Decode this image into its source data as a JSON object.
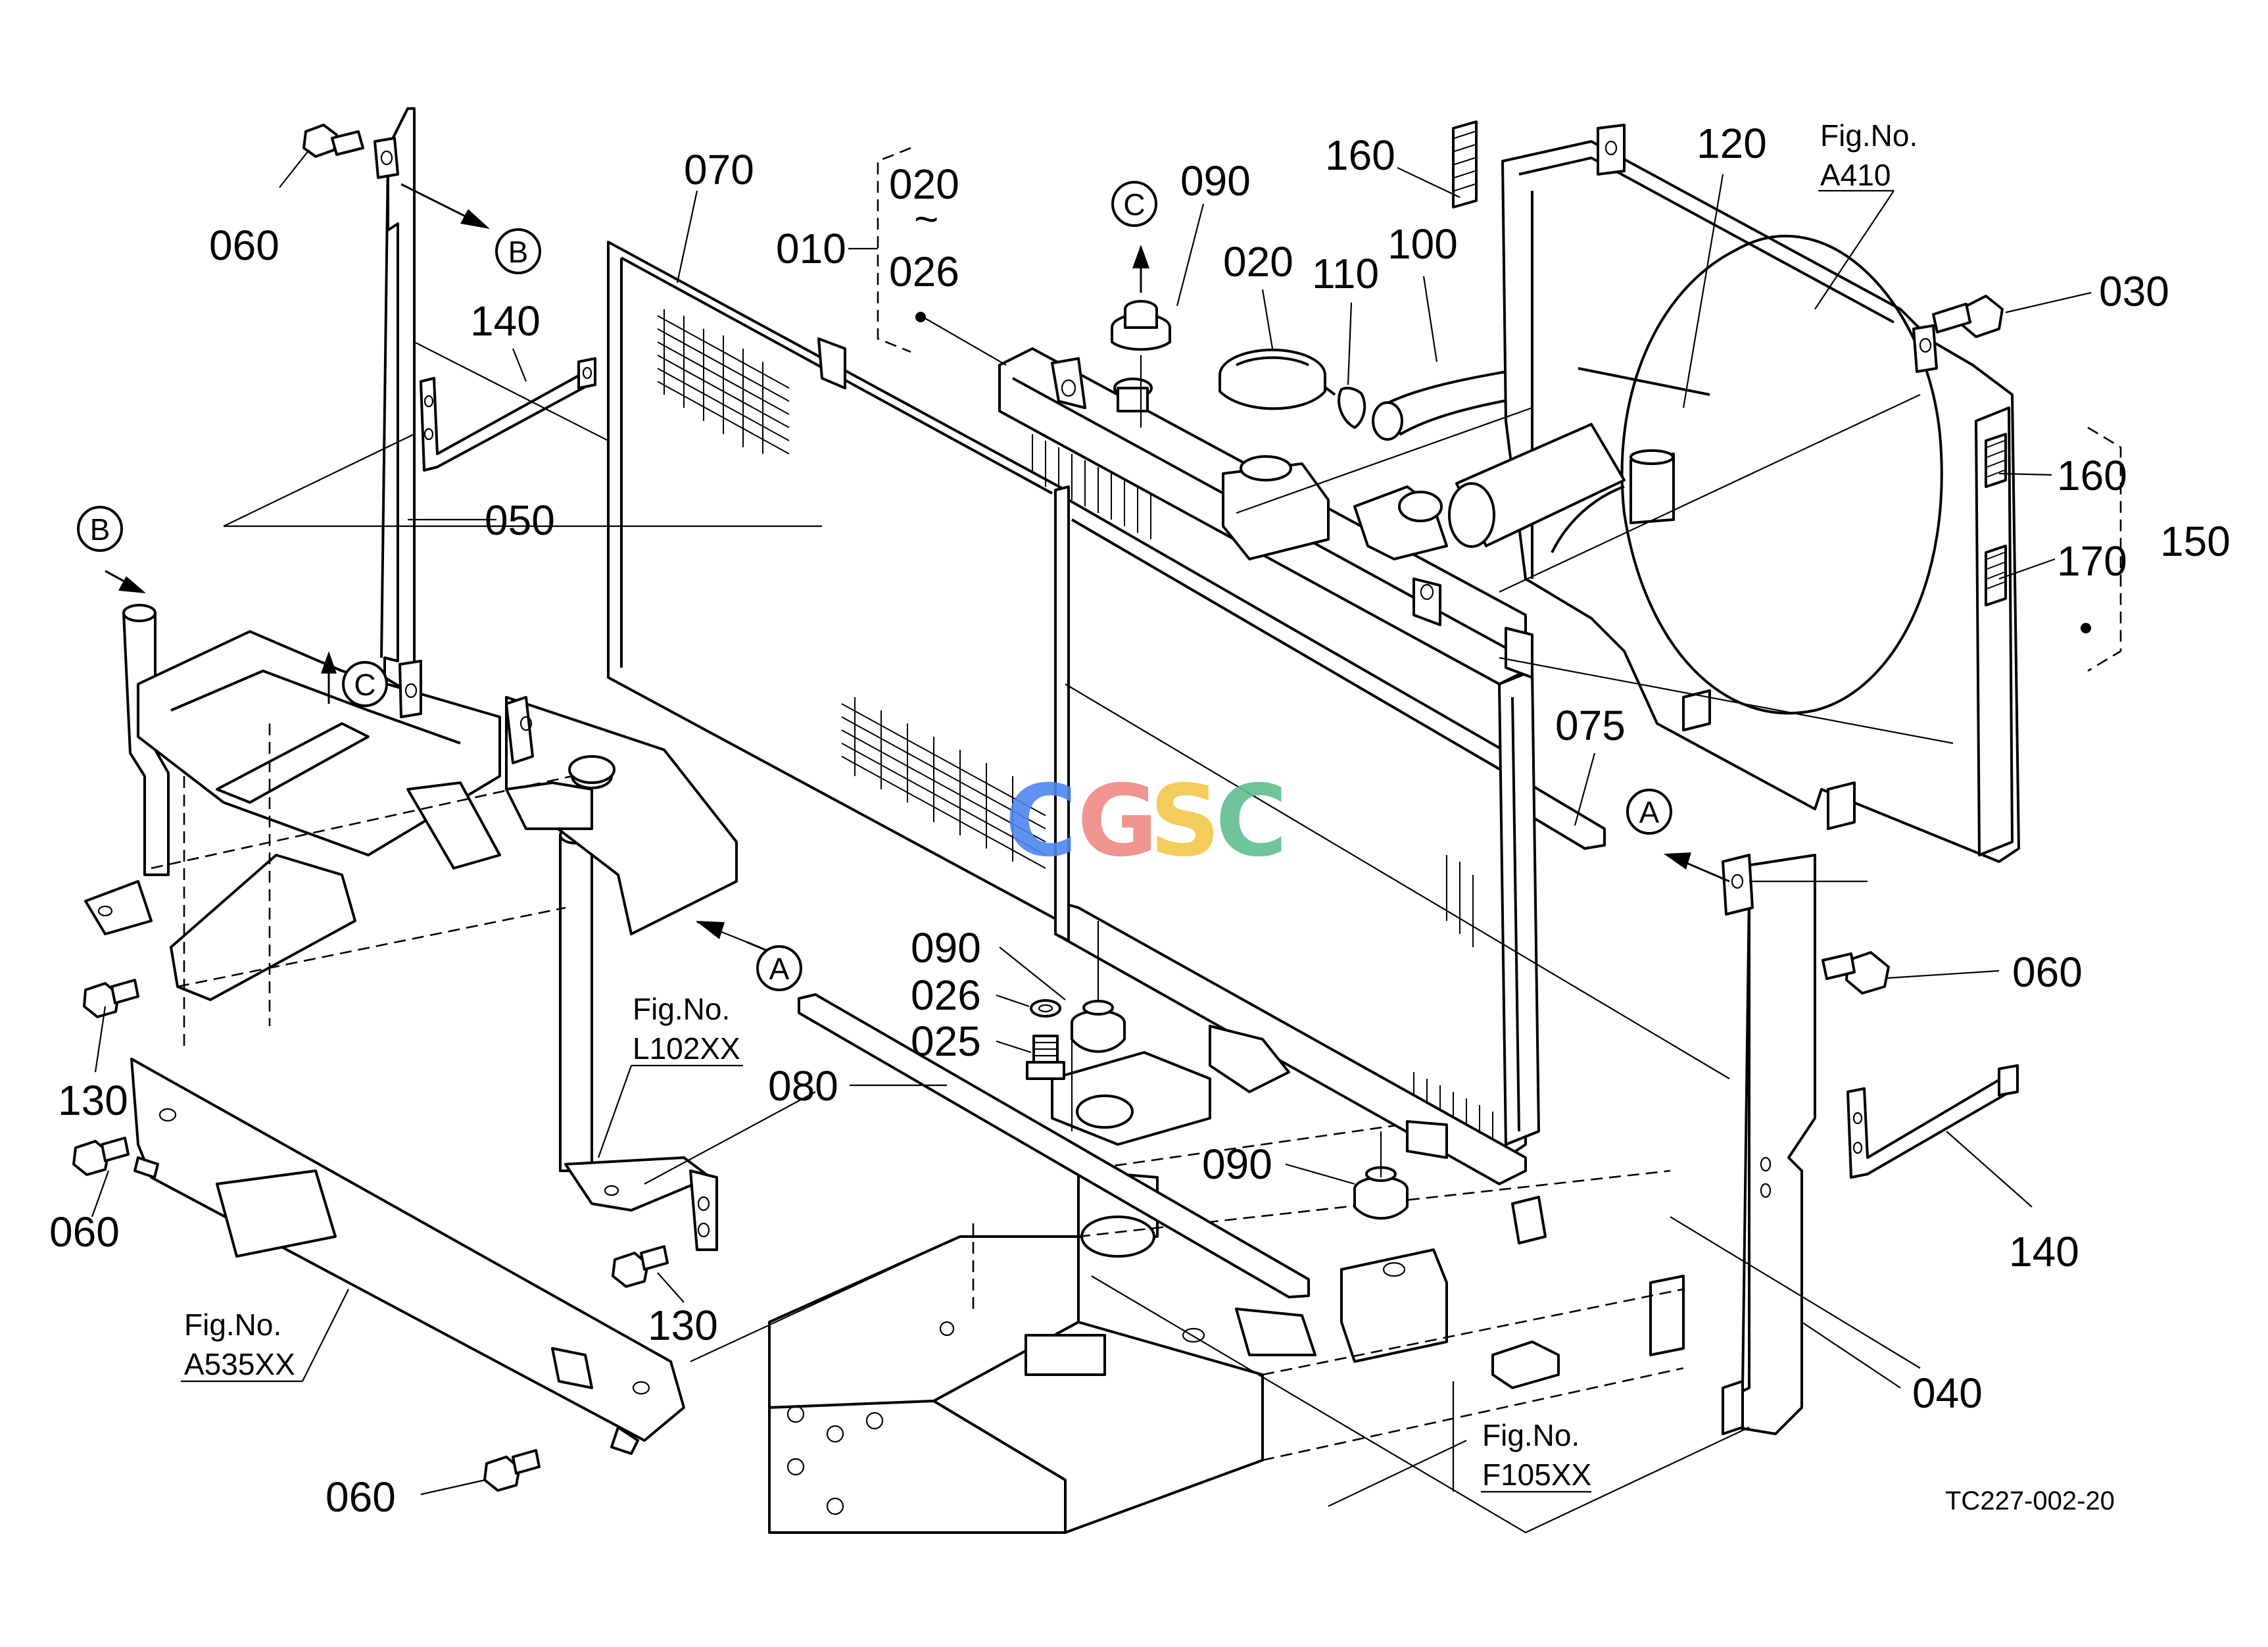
{
  "labels": {
    "p010": "010",
    "p020a": "020",
    "p020_026_tilde": "~",
    "p026a": "026",
    "p020b": "020",
    "p025": "025",
    "p026b": "026",
    "p030": "030",
    "p040": "040",
    "p050": "050",
    "p060_tl": "060",
    "p060_r": "060",
    "p060_l": "060",
    "p060_b": "060",
    "p070": "070",
    "p075": "075",
    "p080": "080",
    "p090_top": "090",
    "p090_mid": "090",
    "p090_bot": "090",
    "p100": "100",
    "p110": "110",
    "p120": "120",
    "p130_l": "130",
    "p130_m": "130",
    "p140_top": "140",
    "p140_r": "140",
    "p150": "150",
    "p160_top": "160",
    "p160_r": "160",
    "p170": "170"
  },
  "callouts": {
    "a_right": "A",
    "a_left": "A",
    "b_top": "B",
    "b_left": "B",
    "c_left": "C",
    "c_top": "C"
  },
  "fig_refs": {
    "a410": {
      "line1": "Fig.No.",
      "line2": "A410"
    },
    "l102": {
      "line1": "Fig.No.",
      "line2": "L102XX"
    },
    "a535": {
      "line1": "Fig.No.",
      "line2": "A535XX"
    },
    "f105": {
      "line1": "Fig.No.",
      "line2": "F105XX"
    }
  },
  "drawing_code": "TC227-002-20",
  "watermark": {
    "letters": [
      "C",
      "G",
      "S",
      "C"
    ],
    "colors": [
      "#4f86f0",
      "#ef8a84",
      "#f3c64a",
      "#5fbf8e"
    ]
  }
}
